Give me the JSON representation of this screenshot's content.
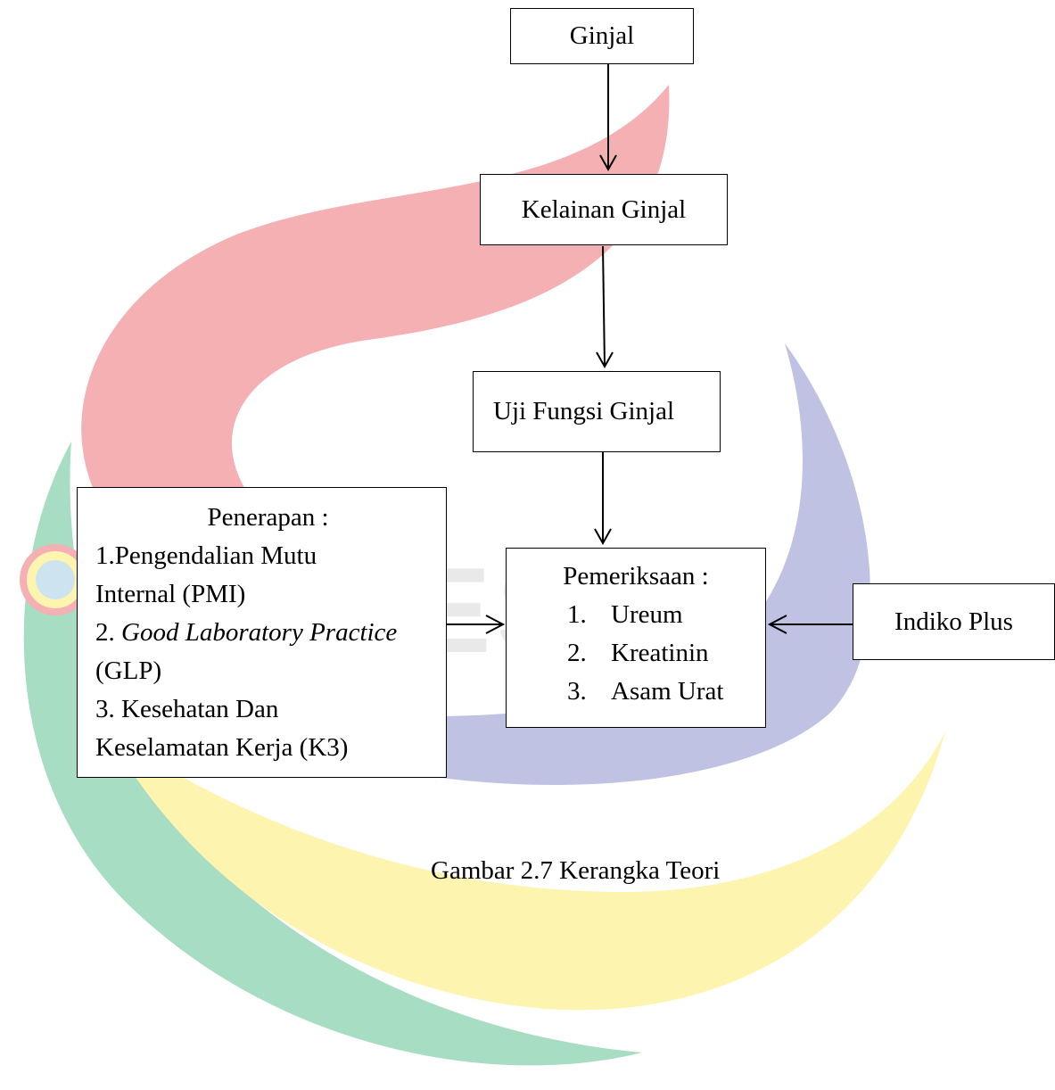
{
  "nodes": {
    "ginjal": "Ginjal",
    "kelainan": "Kelainan Ginjal",
    "uji": "Uji Fungsi Ginjal",
    "indiko": "Indiko Plus",
    "penerapan": {
      "title": "Penerapan :",
      "item1_line1": "1.Pengendalian Mutu",
      "item1_line2": "Internal (PMI)",
      "item2_num": "2.",
      "item2_italic": "Good Laboratory Practice",
      "item2_line2": "(GLP)",
      "item3_line1": "3. Kesehatan Dan",
      "item3_line2": "Keselamatan Kerja (K3)"
    },
    "pemeriksaan": {
      "title": "Pemeriksaan :",
      "items": [
        {
          "num": "1.",
          "label": "Ureum"
        },
        {
          "num": "2.",
          "label": "Kreatinin"
        },
        {
          "num": "3.",
          "label": "Asam Urat"
        }
      ]
    }
  },
  "watermark": "ESMS",
  "caption": "Gambar 2.7 Kerangka Teori",
  "colors": {
    "logo_red": "#f4b0b3",
    "logo_blue": "#bfc2e3",
    "logo_yellow": "#fdf4b0",
    "logo_green": "#a7ddc2",
    "line": "#000000"
  }
}
